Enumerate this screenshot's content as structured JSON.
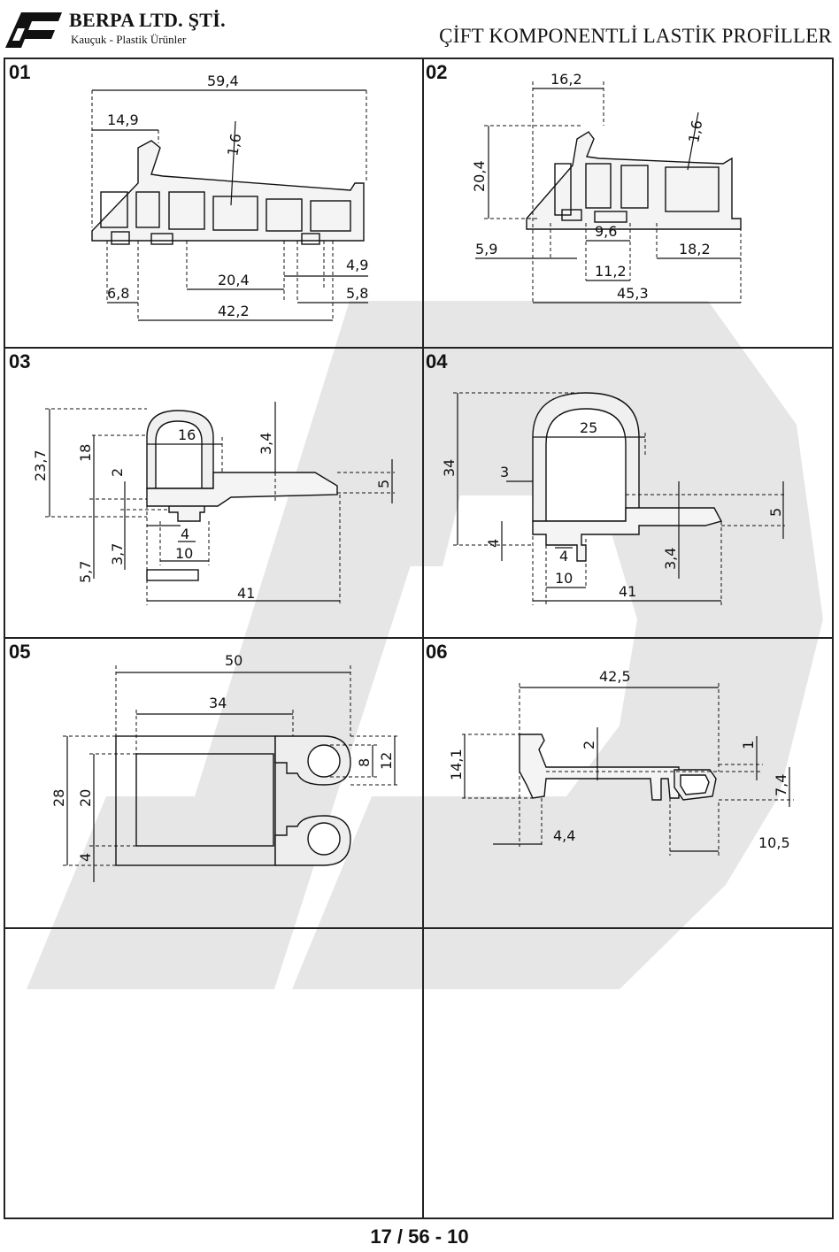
{
  "header": {
    "company_name": "BERPA LTD. ŞTİ.",
    "tagline": "Kauçuk - Plastik Ürünler",
    "title": "ÇİFT KOMPONENTLİ LASTİK PROFİLLER"
  },
  "profiles": [
    {
      "id": "01",
      "dims": {
        "d1": "59,4",
        "d2": "14,9",
        "d3": "1,6",
        "d4": "4,9",
        "d5": "20,4",
        "d6": "6,8",
        "d7": "5,8",
        "d8": "42,2"
      }
    },
    {
      "id": "02",
      "dims": {
        "d1": "16,2",
        "d2": "1,6",
        "d3": "20,4",
        "d4": "5,9",
        "d5": "9,6",
        "d6": "18,2",
        "d7": "11,2",
        "d8": "45,3"
      }
    },
    {
      "id": "03",
      "dims": {
        "d1": "16",
        "d2": "3,4",
        "d3": "23,7",
        "d4": "18",
        "d5": "2",
        "d6": "5",
        "d7": "4",
        "d8": "5,7",
        "d9": "3,7",
        "d10": "10",
        "d11": "41"
      }
    },
    {
      "id": "04",
      "dims": {
        "d1": "25",
        "d2": "34",
        "d3": "3",
        "d4": "5",
        "d5": "4",
        "d6": "4",
        "d7": "3,4",
        "d8": "10",
        "d9": "41"
      }
    },
    {
      "id": "05",
      "dims": {
        "d1": "50",
        "d2": "34",
        "d3": "28",
        "d4": "20",
        "d5": "8",
        "d6": "12",
        "d7": "4"
      }
    },
    {
      "id": "06",
      "dims": {
        "d1": "42,5",
        "d2": "14,1",
        "d3": "2",
        "d4": "1",
        "d5": "7,4",
        "d6": "4,4",
        "d7": "10,5"
      }
    }
  ],
  "footer": {
    "page_code": "17 / 56 - 10"
  }
}
